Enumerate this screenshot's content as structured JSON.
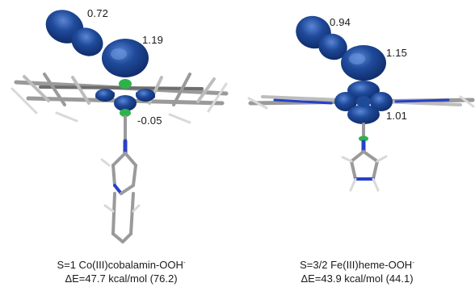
{
  "panels": [
    {
      "id": "cobalamin",
      "spin_values": {
        "top": "0.72",
        "upper": "1.19",
        "lower": "-0.05"
      },
      "caption": {
        "line1": "S=1 Co(III)cobalamin-OOH",
        "line1_charge": "-",
        "line2": "ΔE=47.7 kcal/mol (76.2)"
      }
    },
    {
      "id": "heme",
      "spin_values": {
        "top": "0.94",
        "upper": "1.15",
        "lower": "1.01"
      },
      "caption": {
        "line1": "S=3/2 Fe(III)heme-OOH",
        "line1_charge": "-",
        "line2": "ΔE=43.9 kcal/mol (44.1)"
      }
    }
  ],
  "colors": {
    "spin_density_blue": "#1f4a9a",
    "spin_density_green": "#2db34a",
    "nitrogen_blue": "#2840c8",
    "carbon_gray": "#8a8a8a",
    "hydrogen_white": "#e8e8e8"
  }
}
